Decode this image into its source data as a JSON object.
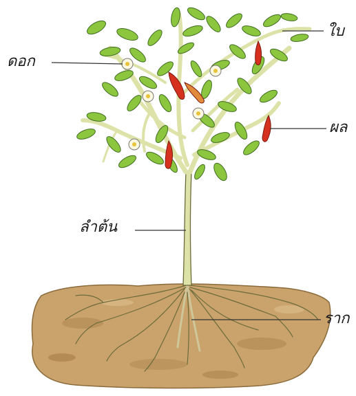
{
  "labels": {
    "leaf": "ใบ",
    "flower": "ดอก",
    "fruit": "ผล",
    "stem": "ลำต้น",
    "root": "ราก"
  },
  "colors": {
    "leaf_fill": "#8cc63f",
    "leaf_dark": "#4f8a2a",
    "stem": "#dde3a8",
    "stem_outline": "#6b6a3a",
    "fruit": "#d6301f",
    "flower": "#fbf8e0",
    "flower_center": "#e8c23a",
    "soil": "#c9a36b",
    "soil_dark": "#a67c45",
    "root": "#e9dfb8",
    "leader_line": "#333333"
  }
}
